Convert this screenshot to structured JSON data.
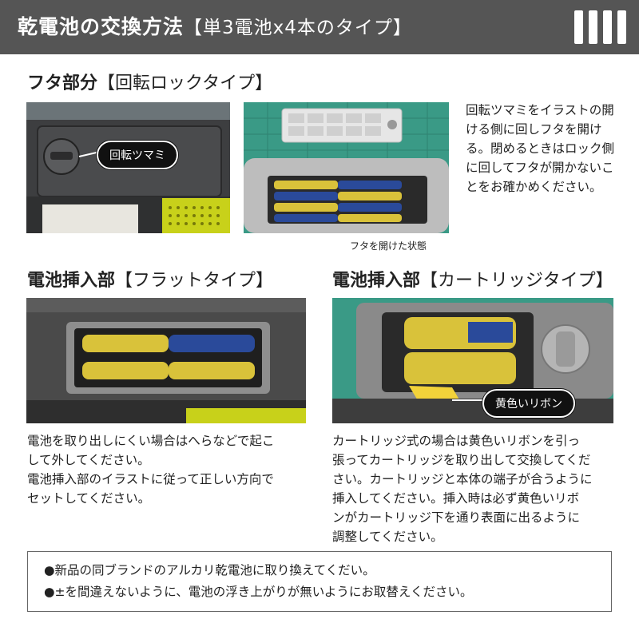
{
  "header": {
    "title": "乾電池の交換方法",
    "subtitle": "【単3電池x4本のタイプ】",
    "icon": "battery-bars-icon"
  },
  "lid_section": {
    "title": "フタ部分",
    "subtitle": "【回転ロックタイプ】",
    "knob_label": "回転ツマミ",
    "open_caption": "フタを開けた状態",
    "description": "回転ツマミをイラストの開ける側に回しフタを開ける。閉めるときはロック側に回してフタが開かないことをお確かめください。"
  },
  "flat_section": {
    "title": "電池挿入部",
    "subtitle": "【フラットタイプ】",
    "description_lines": [
      "電池を取り出しにくい場合はへらなどで起こ",
      "して外してください。",
      "電池挿入部のイラストに従って正しい方向で",
      "セットしてください。"
    ]
  },
  "cartridge_section": {
    "title": "電池挿入部",
    "subtitle": "【カートリッジタイプ】",
    "ribbon_label": "黄色いリボン",
    "description_lines": [
      "カートリッジ式の場合は黄色いリボンを引っ",
      "張ってカートリッジを取り出して交換してくだ",
      "さい。カートリッジと本体の端子が合うように",
      "挿入してください。挿入時は必ず黄色いリボ",
      "ンがカートリッジ下を通り表面に出るように",
      "調整してください。"
    ]
  },
  "notice": {
    "lines": [
      "●新品の同ブランドのアルカリ乾電池に取り換えてくだい。",
      "●±を間違えないように、電池の浮き上がりが無いようにお取替えください。"
    ]
  },
  "colors": {
    "header_bg": "#555555",
    "battery_yellow": "#d9c23a",
    "battery_blue": "#2a4a9a",
    "ribbon_yellow": "#f2d23a",
    "mat_green": "#3a9a86"
  }
}
